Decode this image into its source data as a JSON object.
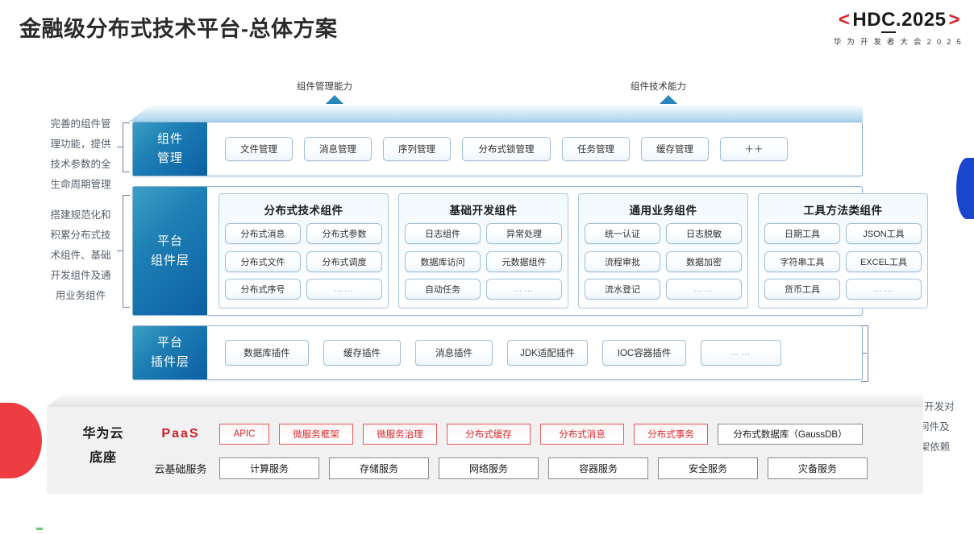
{
  "header": {
    "title": "金融级分布式技术平台-总体方案",
    "logo_main": "HDC.2025",
    "logo_bracket_left": "<",
    "logo_bracket_right": ">",
    "logo_sub": "华 为 开 发 者 大 会 2 0 2 5"
  },
  "arrows": [
    {
      "label": "组件管理能力"
    },
    {
      "label": "组件技术能力"
    }
  ],
  "annotations": {
    "left_top": "完善的组件管\n理功能，提供\n技术参数的全\n生命周期管理",
    "left_mid": "搭建规范化和\n积累分布式技\n术组件、基础\n开发组件及通\n用业务组件",
    "right": "解耦应用开发对\n基础中间件及\nJava框架依赖"
  },
  "layers": {
    "component_management": {
      "label": "组件\n管理",
      "items": [
        "文件管理",
        "消息管理",
        "序列管理",
        "分布式锁管理",
        "任务管理",
        "缓存管理",
        "＋＋"
      ]
    },
    "platform_component": {
      "label": "平台\n组件层",
      "groups": [
        {
          "title": "分布式技术组件",
          "items": [
            "分布式消息",
            "分布式参数",
            "分布式文件",
            "分布式调度",
            "分布式序号",
            "……"
          ]
        },
        {
          "title": "基础开发组件",
          "items": [
            "日志组件",
            "异常处理",
            "数据库访问",
            "元数据组件",
            "自动任务",
            "……"
          ]
        },
        {
          "title": "通用业务组件",
          "items": [
            "统一认证",
            "日志脱敏",
            "流程审批",
            "数据加密",
            "流水登记",
            "……"
          ]
        },
        {
          "title": "工具方法类组件",
          "items": [
            "日期工具",
            "JSON工具",
            "字符串工具",
            "EXCEL工具",
            "货币工具",
            "……"
          ]
        }
      ]
    },
    "platform_plugin": {
      "label": "平台\n插件层",
      "items": [
        "数据库插件",
        "缓存插件",
        "消息插件",
        "JDK适配插件",
        "IOC容器插件",
        "……"
      ]
    }
  },
  "foundation": {
    "title": "华为云\n底座",
    "paas_label": "PaaS",
    "cloud_label": "云基础服务",
    "paas_items": [
      {
        "text": "APIC",
        "style": "red"
      },
      {
        "text": "微服务框架",
        "style": "red"
      },
      {
        "text": "微服务治理",
        "style": "red"
      },
      {
        "text": "分布式缓存",
        "style": "red"
      },
      {
        "text": "分布式消息",
        "style": "red"
      },
      {
        "text": "分布式事务",
        "style": "red"
      },
      {
        "text": "分布式数据库（GaussDB）",
        "style": "gray"
      }
    ],
    "cloud_items": [
      "计算服务",
      "存储服务",
      "网络服务",
      "容器服务",
      "安全服务",
      "灾备服务"
    ]
  },
  "colors": {
    "brand_red": "#d9262c",
    "layer_blue_dark": "#0d5fa3",
    "layer_blue_light": "#3e9fc4",
    "accent_blue": "#1a45cf",
    "wedge_red": "#ee3d42"
  }
}
